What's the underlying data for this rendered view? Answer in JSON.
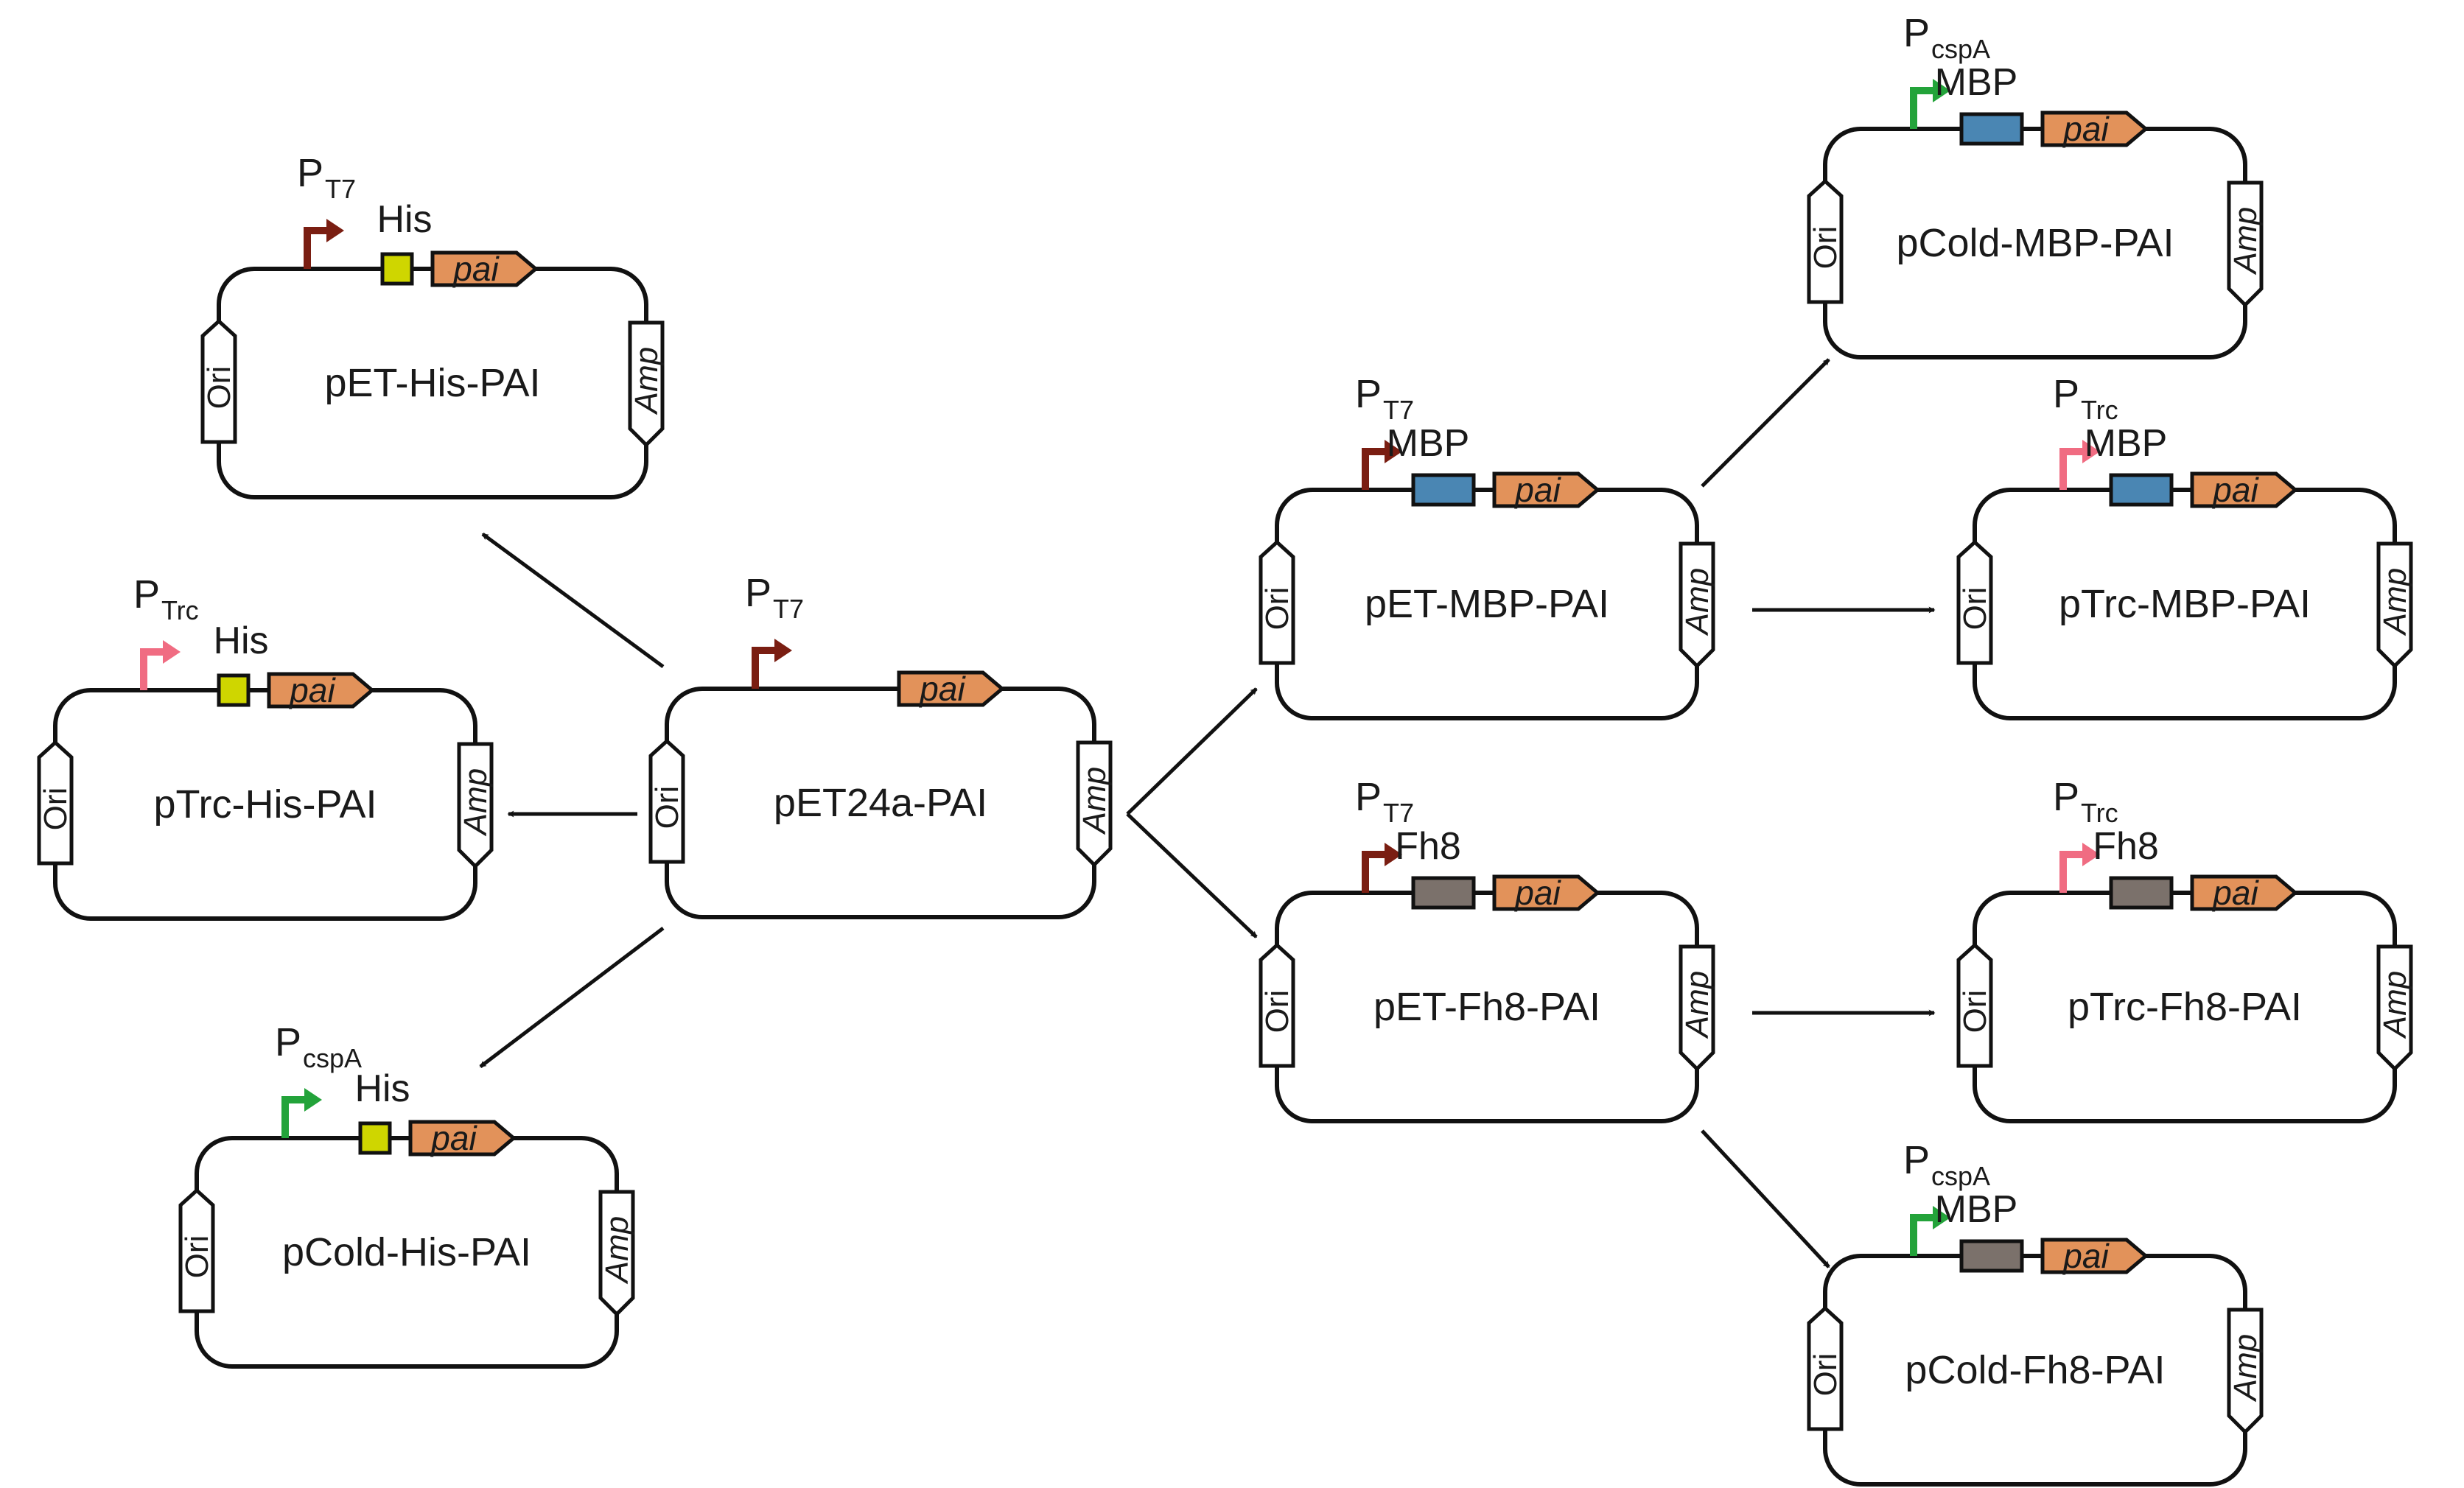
{
  "colors": {
    "outline": "#111111",
    "gene": "#e2925a",
    "his_tag": "#cfd600",
    "mbp_tag": "#4a86b3",
    "fh8_tag": "#7b716b",
    "promoter_t7": "#7a1e12",
    "promoter_trc": "#f06c82",
    "promoter_cspa": "#23a33a"
  },
  "plasmids": [
    {
      "id": "pet24a",
      "name": "pET24a-PAI",
      "promoter": {
        "letter": "P",
        "sub": "T7",
        "type": "t7"
      },
      "tag": null,
      "tag_label": "",
      "gene": "pai",
      "ori": "Ori",
      "amp": "Amp"
    },
    {
      "id": "pet-his",
      "name": "pET-His-PAI",
      "promoter": {
        "letter": "P",
        "sub": "T7",
        "type": "t7"
      },
      "tag": "his",
      "tag_label": "His",
      "gene": "pai",
      "ori": "Ori",
      "amp": "Amp"
    },
    {
      "id": "ptrc-his",
      "name": "pTrc-His-PAI",
      "promoter": {
        "letter": "P",
        "sub": "Trc",
        "type": "trc"
      },
      "tag": "his",
      "tag_label": "His",
      "gene": "pai",
      "ori": "Ori",
      "amp": "Amp"
    },
    {
      "id": "pcold-his",
      "name": "pCold-His-PAI",
      "promoter": {
        "letter": "P",
        "sub": "cspA",
        "type": "cspa"
      },
      "tag": "his",
      "tag_label": "His",
      "gene": "pai",
      "ori": "Ori",
      "amp": "Amp"
    },
    {
      "id": "pet-mbp",
      "name": "pET-MBP-PAI",
      "promoter": {
        "letter": "P",
        "sub": "T7",
        "type": "t7"
      },
      "tag": "mbp",
      "tag_label": "MBP",
      "gene": "pai",
      "ori": "Ori",
      "amp": "Amp"
    },
    {
      "id": "pet-fh8",
      "name": "pET-Fh8-PAI",
      "promoter": {
        "letter": "P",
        "sub": "T7",
        "type": "t7"
      },
      "tag": "fh8",
      "tag_label": "Fh8",
      "gene": "pai",
      "ori": "Ori",
      "amp": "Amp"
    },
    {
      "id": "pcold-mbp",
      "name": "pCold-MBP-PAI",
      "promoter": {
        "letter": "P",
        "sub": "cspA",
        "type": "cspa"
      },
      "tag": "mbp",
      "tag_label": "MBP",
      "gene": "pai",
      "ori": "Ori",
      "amp": "Amp"
    },
    {
      "id": "ptrc-mbp",
      "name": "pTrc-MBP-PAI",
      "promoter": {
        "letter": "P",
        "sub": "Trc",
        "type": "trc"
      },
      "tag": "mbp",
      "tag_label": "MBP",
      "gene": "pai",
      "ori": "Ori",
      "amp": "Amp"
    },
    {
      "id": "ptrc-fh8",
      "name": "pTrc-Fh8-PAI",
      "promoter": {
        "letter": "P",
        "sub": "Trc",
        "type": "trc"
      },
      "tag": "fh8",
      "tag_label": "Fh8",
      "gene": "pai",
      "ori": "Ori",
      "amp": "Amp"
    },
    {
      "id": "pcold-fh8",
      "name": "pCold-Fh8-PAI",
      "promoter": {
        "letter": "P",
        "sub": "cspA",
        "type": "cspa"
      },
      "tag": "fh8",
      "tag_label": "MBP",
      "gene": "pai",
      "ori": "Ori",
      "amp": "Amp"
    }
  ],
  "edges": [
    {
      "from": "pet24a",
      "to": "pet-his"
    },
    {
      "from": "pet24a",
      "to": "ptrc-his"
    },
    {
      "from": "pet24a",
      "to": "pcold-his"
    },
    {
      "from": "pet24a",
      "to": "pet-mbp"
    },
    {
      "from": "pet24a",
      "to": "pet-fh8"
    },
    {
      "from": "pet-mbp",
      "to": "pcold-mbp"
    },
    {
      "from": "pet-mbp",
      "to": "ptrc-mbp"
    },
    {
      "from": "pet-fh8",
      "to": "ptrc-fh8"
    },
    {
      "from": "pet-fh8",
      "to": "pcold-fh8"
    }
  ]
}
